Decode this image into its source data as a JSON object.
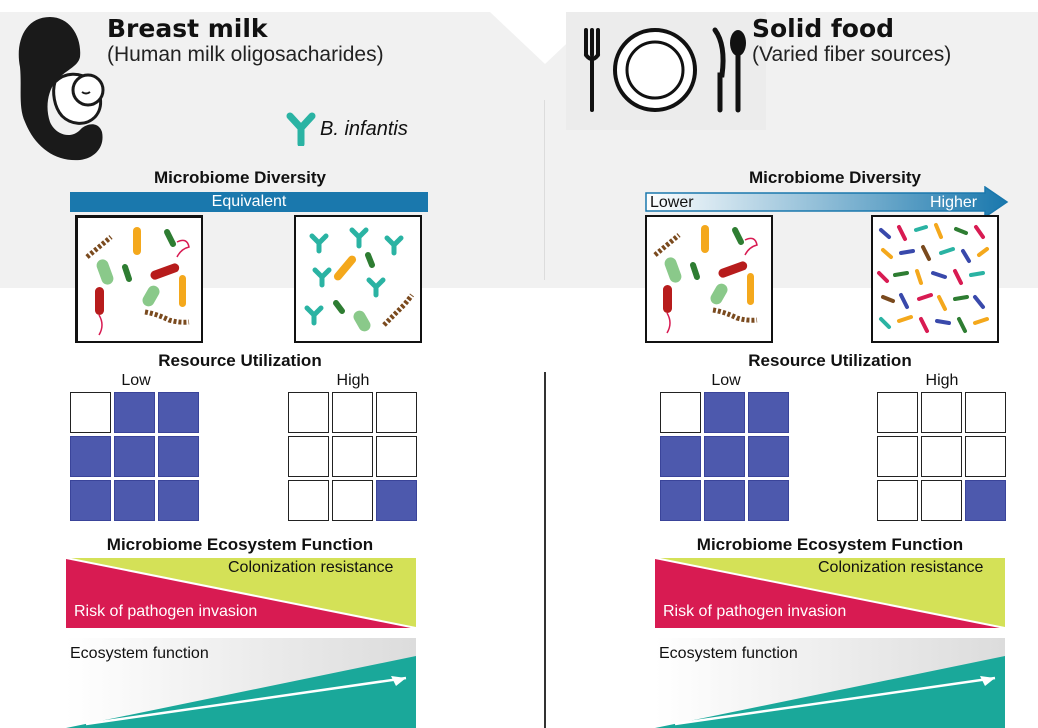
{
  "left": {
    "title": "Breast milk",
    "subtitle": "(Human milk oligosacharides)",
    "species_label": "B. infantis",
    "diversity": {
      "heading": "Microbiome Diversity",
      "bar_label": "Equivalent"
    },
    "resource": {
      "heading": "Resource Utilization",
      "low_label": "Low",
      "high_label": "High"
    },
    "ecosystem": {
      "heading": "Microbiome Ecosystem Function",
      "colonization_label": "Colonization resistance",
      "risk_label": "Risk of pathogen invasion",
      "function_label": "Ecosystem function"
    }
  },
  "right": {
    "title": "Solid food",
    "subtitle": "(Varied fiber sources)",
    "diversity": {
      "heading": "Microbiome Diversity",
      "lower_label": "Lower",
      "higher_label": "Higher"
    },
    "resource": {
      "heading": "Resource Utilization",
      "low_label": "Low",
      "high_label": "High"
    },
    "ecosystem": {
      "heading": "Microbiome Ecosystem Function",
      "colonization_label": "Colonization resistance",
      "risk_label": "Risk of pathogen invasion",
      "function_label": "Ecosystem function"
    }
  },
  "grids": {
    "low_filled": [
      false,
      true,
      true,
      true,
      true,
      true,
      true,
      true,
      true
    ],
    "high_filled": [
      false,
      false,
      false,
      false,
      false,
      false,
      false,
      false,
      true
    ]
  },
  "colors": {
    "background_top": "#f1f1f1",
    "diversity_bar": "#1a78ad",
    "grid_filled": "#4d59ad",
    "colonization_yellow": "#d4e157",
    "risk_red": "#d81b52",
    "ecosystem_teal": "#1aa89a",
    "b_infantis_teal": "#2ab3a3"
  },
  "icons": [
    "mother-baby-icon",
    "fork-icon",
    "plate-icon",
    "knife-icon",
    "spoon-icon",
    "bifidobacterium-icon"
  ]
}
